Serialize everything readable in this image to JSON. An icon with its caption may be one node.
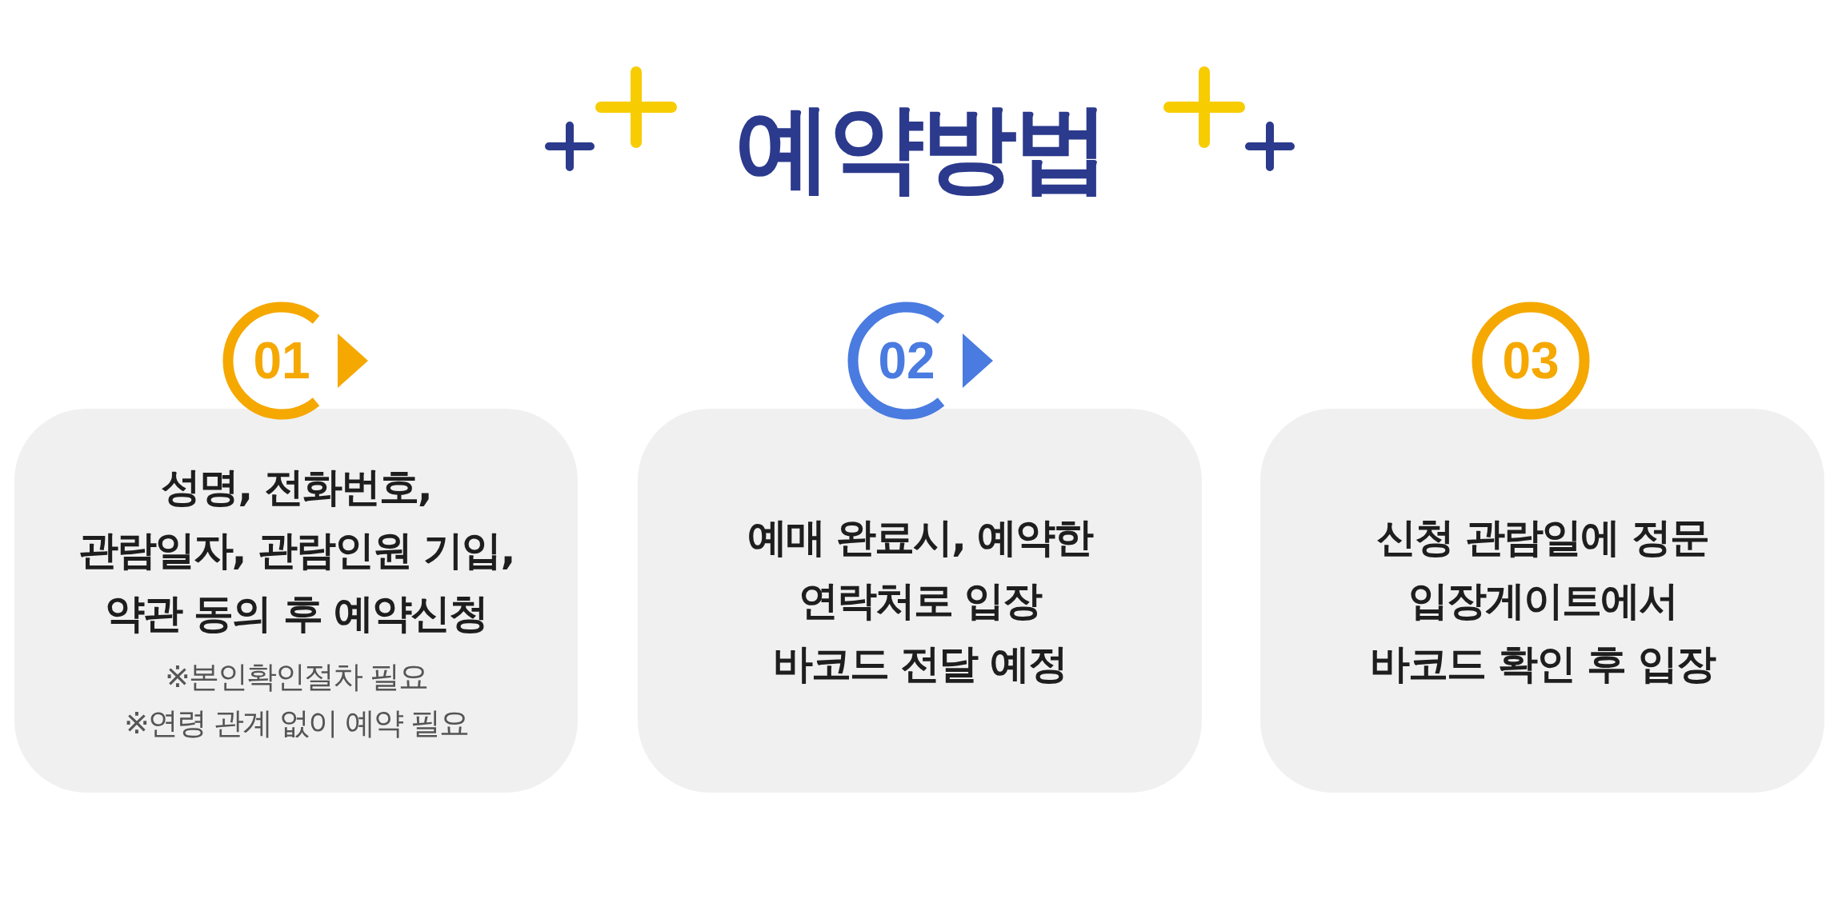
{
  "diagram": {
    "title": "예약방법",
    "nodes": [
      {
        "text": [
          "01"
        ]
      },
      {
        "text": [
          "성명, 전화번호, 관람일자, 관람인원 기입, 약관 동의 후 예약신청",
          "※본인확인절차 필요",
          "※연령 관계 없이 예약 필요"
        ]
      },
      {
        "text": [
          "02"
        ]
      },
      {
        "text": [
          "예매 완료시, 예약한 연락처로 입장 바코드 전달 예정"
        ]
      },
      {
        "text": [
          "03"
        ]
      },
      {
        "text": [
          "신청 관람일에 정문 입장게이트에서 바코드 확인 후 입장"
        ]
      }
    ]
  }
}
